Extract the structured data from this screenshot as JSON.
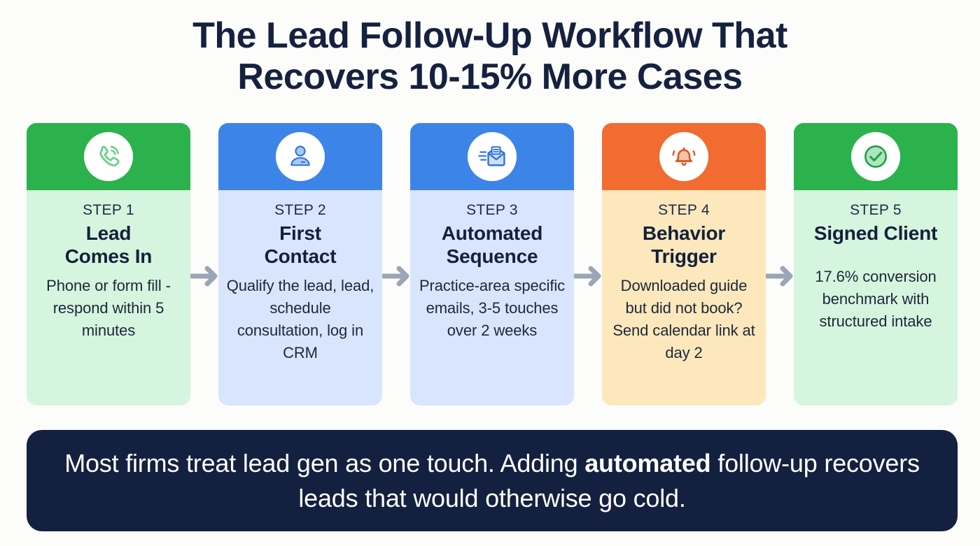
{
  "title": {
    "line1": "The Lead Follow-Up Workflow That",
    "line2": "Recovers 10-15% More Cases"
  },
  "colors": {
    "background": "#fcfcfb",
    "navy": "#14203f",
    "green_header": "#2bb24c",
    "green_body": "#d6f5de",
    "blue_header": "#3d84e8",
    "blue_body": "#d8e5fd",
    "orange_header": "#f26b30",
    "amber_body": "#fce8bc",
    "arrow_gray": "#9aa6b8"
  },
  "steps": [
    {
      "label": "STEP 1",
      "title": "Lead\nComes In",
      "title_line1": "Lead",
      "title_line2": "Comes In",
      "description": "Phone or form fill - respond within 5 minutes",
      "icon": "phone-ring-icon",
      "header_color": "#2bb24c",
      "body_color": "#d6f5de",
      "icon_color": "#6fd08c"
    },
    {
      "label": "STEP 2",
      "title": "First\nContact",
      "title_line1": "First",
      "title_line2": "Contact",
      "description": "Qualify the lead, lead, schedule consultation, log in CRM",
      "icon": "person-icon",
      "header_color": "#3d84e8",
      "body_color": "#d8e5fd",
      "icon_color": "#a8c8f5"
    },
    {
      "label": "STEP 3",
      "title": "Automated\nSequence",
      "title_line1": "Automated",
      "title_line2": "Sequence",
      "description": "Practice-area specific emails, 3-5 touches over 2 weeks",
      "icon": "email-send-icon",
      "header_color": "#3d84e8",
      "body_color": "#d8e5fd",
      "icon_color": "#4b86e0"
    },
    {
      "label": "STEP 4",
      "title": "Behavior\nTrigger",
      "title_line1": "Behavior",
      "title_line2": "Trigger",
      "description": "Downloaded guide but did not book? Send calendar link at day 2",
      "icon": "bell-alert-icon",
      "header_color": "#f26b30",
      "body_color": "#fce8bc",
      "icon_color": "#f4a27a"
    },
    {
      "label": "STEP 5",
      "title": "Signed Client",
      "title_line1": "Signed Client",
      "title_line2": "",
      "description": "17.6% conversion benchmark with structured intake",
      "icon": "check-circle-icon",
      "header_color": "#2bb24c",
      "body_color": "#d6f5de",
      "icon_color": "#7ed396"
    }
  ],
  "arrows": [
    {
      "name": "arrow-step1-to-step2"
    },
    {
      "name": "arrow-step2-to-step3"
    },
    {
      "name": "arrow-step3-to-step4"
    },
    {
      "name": "arrow-step4-to-step5"
    }
  ],
  "banner": {
    "part1": "Most firms treat lead gen as one touch. Adding ",
    "bold": "automated",
    "part2": " follow-up recovers leads that would otherwise go cold."
  }
}
